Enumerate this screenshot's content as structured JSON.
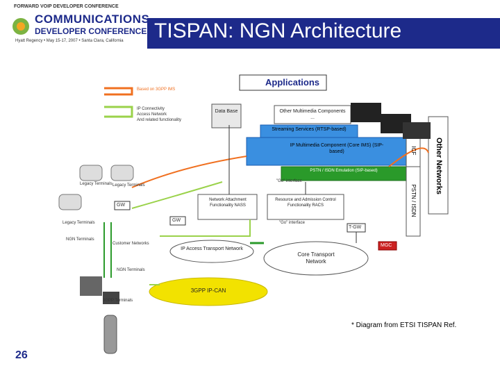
{
  "header": {
    "conference_top": "FORWARD VOIP DEVELOPER CONFERENCE",
    "conference_name_line1": "COMMUNICATIONS",
    "conference_name_line2": "DEVELOPER CONFERENCE",
    "conference_details": "Hyatt Regency • May 15-17, 2007 • Santa Clara, California",
    "title": "TISPAN: NGN Architecture"
  },
  "legend": {
    "item1": "Based on 3GPP IMS",
    "item2_line1": "IP Connectivity",
    "item2_line2": "Access Network",
    "item2_line3": "And related functionality"
  },
  "diagram": {
    "applications": "Applications",
    "data_base": "Data Base",
    "other_multimedia": "Other Multimedia Components ...",
    "streaming_services": "Streaming Services (RTSP-based)",
    "ip_multimedia": "IP Multimedia Component (Core IMS) (SIP-based)",
    "pstn_emulation": "PSTN / ISDN Emulation (SIP-based)",
    "go_interface_1": "\"Go\" interface",
    "go_interface_2": "\"Go\" interface",
    "nass": "Network Attachment Functionality NASS",
    "racs": "Resource and Admission Control Functionality RACS",
    "icf": "ICF",
    "other_networks": "Other Networks",
    "pstn_isdn": "PSTN / ISDN",
    "legacy_terminals_1": "Legacy Terminals",
    "legacy_terminals_2": "Legacy Terminals",
    "legacy_terminals_3": "Legacy Terminals",
    "gw_1": "GW",
    "gw_2": "GW",
    "tgw": "T-GW",
    "mgc": "MGC",
    "ngn_terminals_1": "NGN Terminals",
    "ngn_terminals_2": "NGN Terminals",
    "customer_networks": "Customer Networks",
    "ip_access_transport": "IP Access Transport Network",
    "core_transport": "Core Transport Network",
    "gpp_ipcan": "3GPP IP-CAN",
    "terminals_3gpp": "3GPP Terminals"
  },
  "footnote": "* Diagram from ETSI TISPAN Ref.",
  "page_number": "26",
  "colors": {
    "title_bar": "#1d2a8a",
    "ims_blue": "#3a8fe0",
    "green": "#2a9a2a",
    "ipcan_yellow": "#f2e200",
    "legend_orange": "#f07020"
  }
}
